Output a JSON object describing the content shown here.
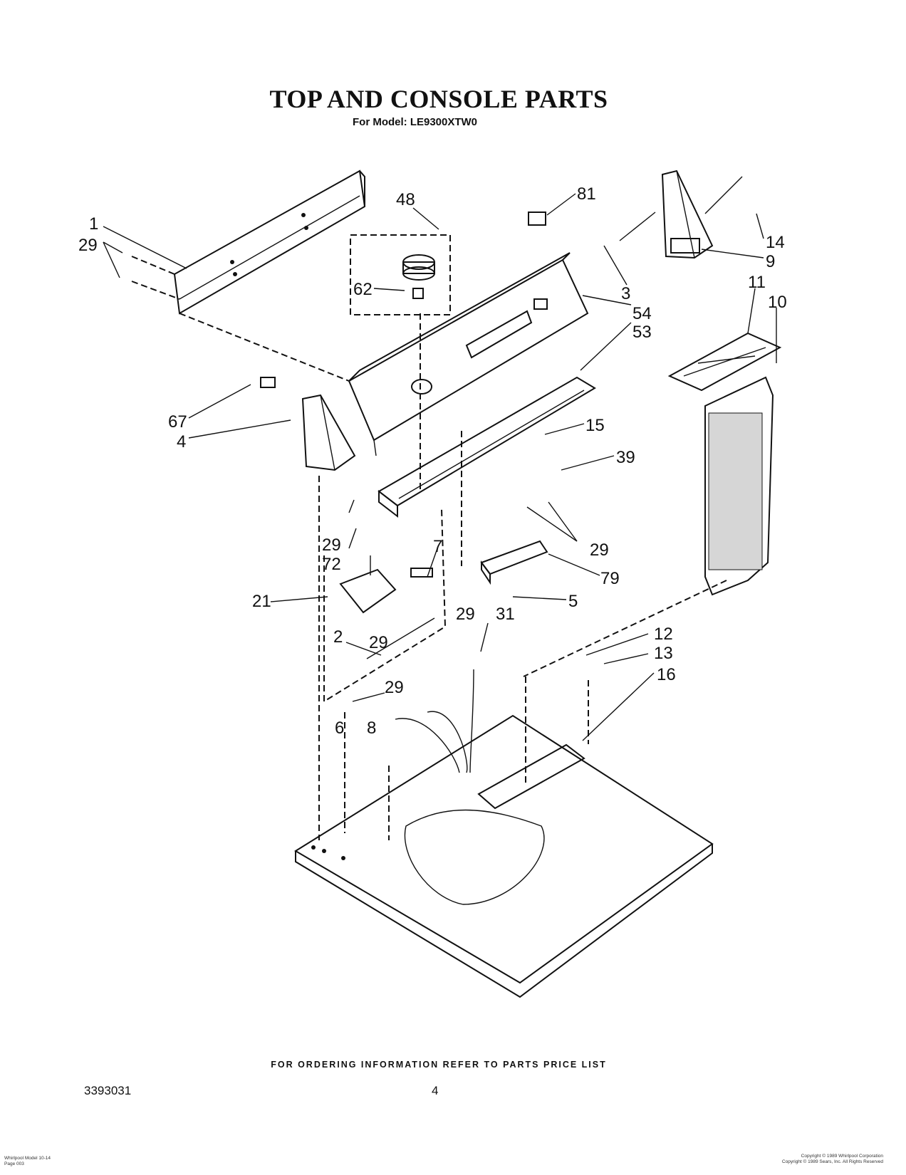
{
  "header": {
    "title": "TOP AND CONSOLE PARTS",
    "subtitle": "For Model: LE9300XTW0"
  },
  "callouts": [
    "1",
    "29",
    "48",
    "62",
    "81",
    "14",
    "9",
    "3",
    "54",
    "11",
    "10",
    "53",
    "67",
    "4",
    "15",
    "39",
    "29",
    "72",
    "29",
    "7",
    "21",
    "29",
    "79",
    "5",
    "29",
    "31",
    "2",
    "29",
    "12",
    "13",
    "16",
    "6",
    "8"
  ],
  "footer": {
    "ordering_note": "FOR ORDERING INFORMATION REFER TO PARTS PRICE LIST",
    "document_number": "3393031",
    "page_number": "4",
    "fine_print_left": [
      "Whirlpool Model 10-14",
      "Page 003"
    ],
    "fine_print_right": [
      "Copyright © 1989 Whirlpool Corporation",
      "Copyright © 1989 Sears, Inc. All Rights Reserved"
    ]
  }
}
